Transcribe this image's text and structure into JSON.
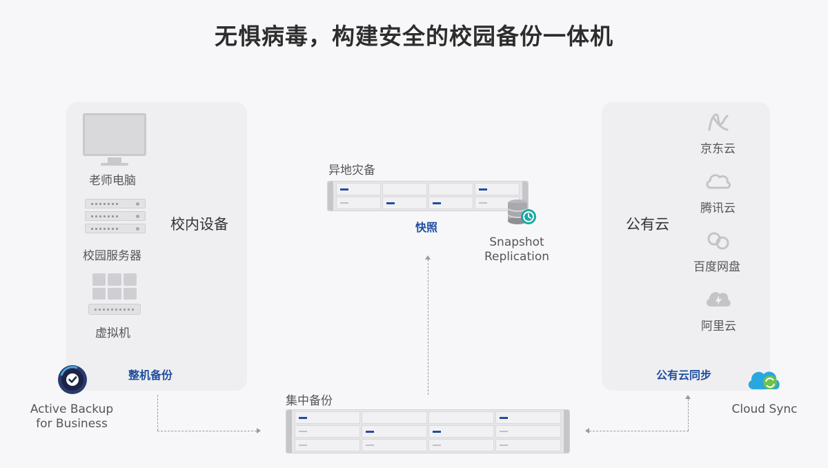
{
  "title": "无惧病毒，构建安全的校园备份一体机",
  "left_panel": {
    "title": "校内设备",
    "devices": [
      "老师电脑",
      "校园服务器",
      "虚拟机"
    ],
    "action": "整机备份"
  },
  "active_backup": {
    "line1": "Active Backup",
    "line2": "for Business",
    "icon": "active-backup-icon"
  },
  "offsite": {
    "title": "异地灾备",
    "action": "快照"
  },
  "snapshot": {
    "line1": "Snapshot",
    "line2": "Replication",
    "icon": "snapshot-replication-icon"
  },
  "central": {
    "title": "集中备份"
  },
  "right_panel": {
    "title": "公有云",
    "providers": [
      "京东云",
      "腾讯云",
      "百度网盘",
      "阿里云"
    ],
    "action": "公有云同步"
  },
  "cloud_sync": {
    "label": "Cloud Sync",
    "icon": "cloud-sync-icon"
  },
  "colors": {
    "accent": "#1f4d9e",
    "panel": "#efeff2",
    "background": "#f7f7f9",
    "teal": "#1aa9a0"
  }
}
